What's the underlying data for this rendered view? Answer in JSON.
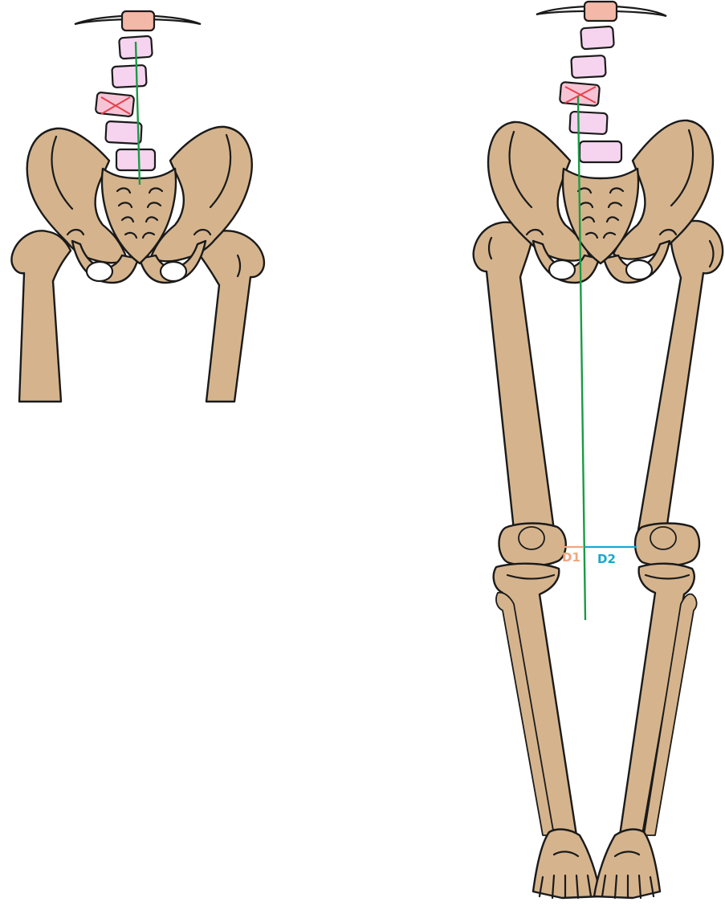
{
  "colors": {
    "bone_fill": "#d5b48d",
    "bone_outline": "#1a1a1a",
    "vertebra_fill": "#f6d4ef",
    "vertebra_top_fill": "#f4b8a8",
    "wedged_vertebra_fill": "#f7c4d6",
    "wedge_mark": "#e8404c",
    "plumb_line": "#1a9b45",
    "d1_color": "#f0a57c",
    "d2_color": "#19a7cf"
  },
  "figures": [
    {
      "name": "pelvis-and-spine-view",
      "vertebrae_count": 6,
      "wedged_vertebra_index": 3
    },
    {
      "name": "full-lower-limb-view",
      "vertebrae_count": 6,
      "wedged_vertebra_index": 3
    }
  ],
  "measurements": {
    "d1": {
      "label": "D1"
    },
    "d2": {
      "label": "D2"
    }
  }
}
